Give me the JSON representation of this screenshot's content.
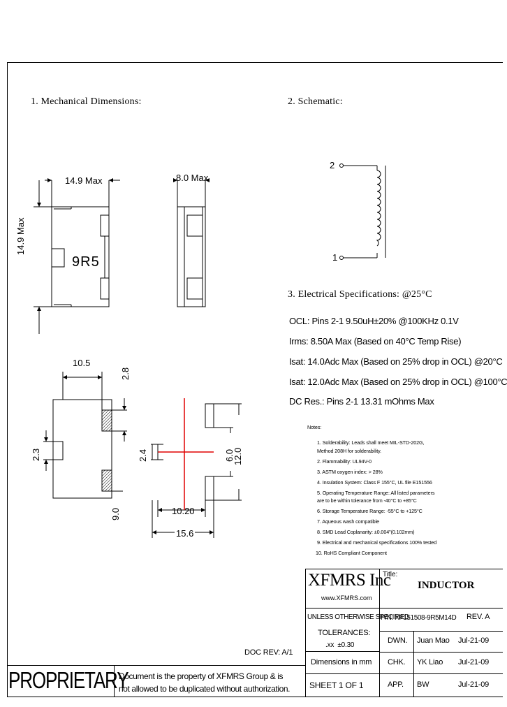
{
  "sections": {
    "mechanical": "1. Mechanical Dimensions:",
    "schematic": "2. Schematic:",
    "electrical": "3. Electrical Specifications: @25°C"
  },
  "dims": {
    "top_width": "14.9 Max",
    "side_width": "8.0 Max",
    "height": "14.9 Max",
    "marking": "9R5",
    "pad_span": "10.5",
    "pad_h": "2.8",
    "pad_w": "2.3",
    "pad_gap": "9.0",
    "land_a": "2.4",
    "land_b": "6.0",
    "land_c": "12.0",
    "land_d": "10.20",
    "land_e": "15.6"
  },
  "schematic": {
    "pin_top": "2",
    "pin_bottom": "1"
  },
  "electrical_specs": [
    "OCL: Pins 2-1 9.50uH±20% @100KHz 0.1V",
    "Irms: 8.50A Max (Based on 40°C Temp Rise)",
    "Isat: 14.0Adc Max (Based on 25% drop in OCL) @20°C",
    "Isat: 12.0Adc Max (Based on 25% drop in OCL) @100°C",
    "DC Res.: Pins 2-1 13.31 mOhms Max"
  ],
  "notes_title": "Notes:",
  "notes": [
    "1. Solderability: Leads shall meet MIL-STD-202G,",
    "    Method 208H for solderability.",
    "2. Flammability: UL94V-0",
    "3. ASTM oxygen index: > 28%",
    "4. Insulation System: Class F 155°C, UL file E151556",
    "5. Operating Temperature Range: All listed parameters",
    "    are to be within tolerance from -40°C to +85°C",
    "6. Storage Temperature Range: -55°C to +125°C",
    "7. Aqueous wash compatible",
    "8. SMD Lead Coplanarity: ±0.004\"(0.102mm)",
    "9. Electrical and mechanical specifications 100% tested",
    "10. RoHS Compliant Component"
  ],
  "title_block": {
    "company": "XFMRS Inc",
    "website": "www.XFMRS.com",
    "title_label": "Title:",
    "title": "INDUCTOR",
    "unless": "UNLESS OTHERWISE SPECIFIED",
    "pn": "P/N: XF151508-9R5M14D",
    "rev": "REV. A",
    "tolerances": "TOLERANCES:",
    "tol_value": ".xx  ±0.30",
    "dims_in": "Dimensions in mm",
    "dwn_label": "DWN.",
    "dwn_name": "Juan Mao",
    "dwn_date": "Jul-21-09",
    "chk_label": "CHK.",
    "chk_name": "YK Liao",
    "chk_date": "Jul-21-09",
    "app_label": "APP.",
    "app_name": "BW",
    "app_date": "Jul-21-09",
    "sheet": "SHEET 1 OF 1",
    "doc_rev": "DOC REV: A/1",
    "proprietary": "PROPRIETARY",
    "statement_1": "Document is the property of XFMRS Group & is",
    "statement_2": "not allowed to be duplicated without authorization."
  },
  "colors": {
    "centerline": "#e00000",
    "ink": "#000000"
  }
}
